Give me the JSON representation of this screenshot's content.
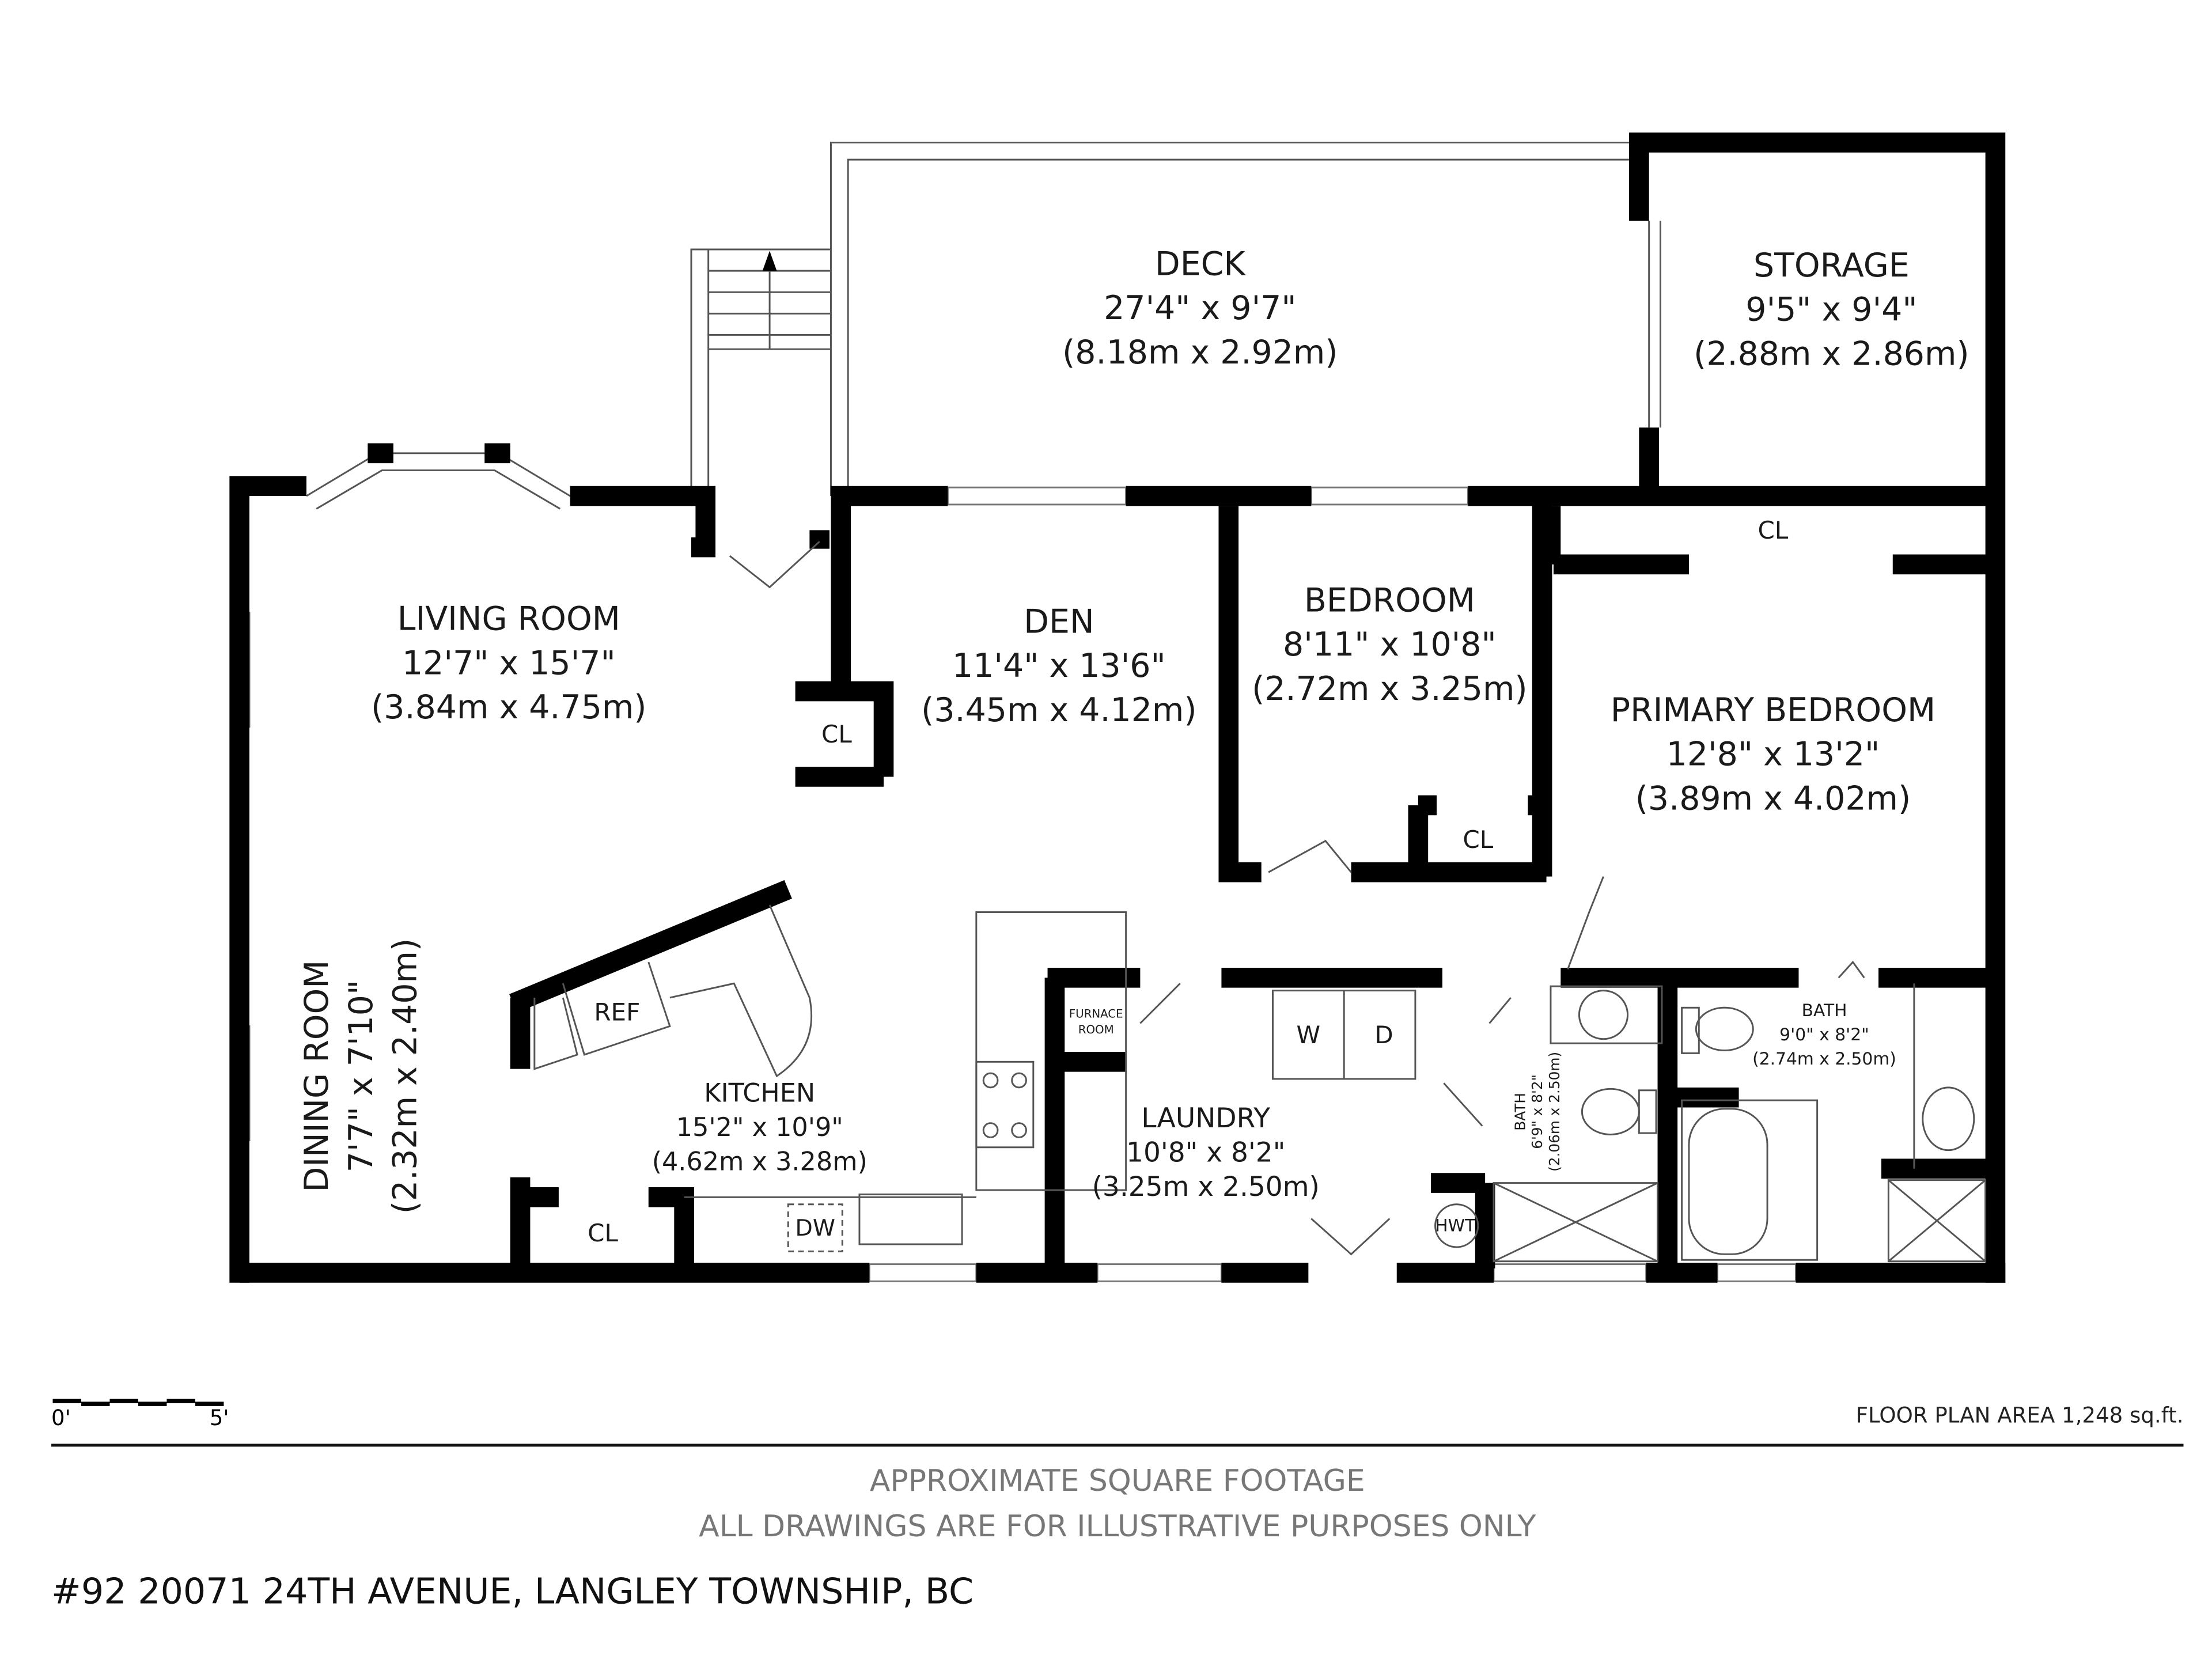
{
  "rooms": {
    "deck": {
      "name": "DECK",
      "imperial": "27'4\" x 9'7\"",
      "metric": "(8.18m x 2.92m)"
    },
    "storage": {
      "name": "STORAGE",
      "imperial": "9'5\" x 9'4\"",
      "metric": "(2.88m x 2.86m)"
    },
    "living": {
      "name": "LIVING ROOM",
      "imperial": "12'7\" x 15'7\"",
      "metric": "(3.84m x 4.75m)"
    },
    "den": {
      "name": "DEN",
      "imperial": "11'4\" x 13'6\"",
      "metric": "(3.45m x 4.12m)"
    },
    "bedroom": {
      "name": "BEDROOM",
      "imperial": "8'11\" x 10'8\"",
      "metric": "(2.72m x 3.25m)"
    },
    "primary": {
      "name": "PRIMARY BEDROOM",
      "imperial": "12'8\" x 13'2\"",
      "metric": "(3.89m x 4.02m)"
    },
    "dining": {
      "name": "DINING ROOM",
      "imperial": "7'7\" x 7'10\"",
      "metric": "(2.32m x 2.40m)"
    },
    "kitchen": {
      "name": "KITCHEN",
      "imperial": "15'2\" x 10'9\"",
      "metric": "(4.62m x 3.28m)"
    },
    "laundry": {
      "name": "LAUNDRY",
      "imperial": "10'8\" x 8'2\"",
      "metric": "(3.25m x 2.50m)"
    },
    "bath1": {
      "name": "BATH",
      "imperial": "6'9\" x 8'2\"",
      "metric": "(2.06m x 2.50m)"
    },
    "bath2": {
      "name": "BATH",
      "imperial": "9'0\" x 8'2\"",
      "metric": "(2.74m x 2.50m)"
    }
  },
  "labels": {
    "closet": "CL",
    "ref": "REF",
    "dw": "DW",
    "washer": "W",
    "dryer": "D",
    "hwt": "HWT",
    "furnace_line1": "FURNACE",
    "furnace_line2": "ROOM"
  },
  "scale": {
    "start": "0'",
    "end": "5'"
  },
  "floor_area": "FLOOR PLAN AREA 1,248 sq.ft.",
  "disclaimer": {
    "line1": "APPROXIMATE SQUARE FOOTAGE",
    "line2": "ALL DRAWINGS ARE FOR ILLUSTRATIVE PURPOSES ONLY"
  },
  "address": "#92 20071 24TH AVENUE, LANGLEY TOWNSHIP, BC"
}
